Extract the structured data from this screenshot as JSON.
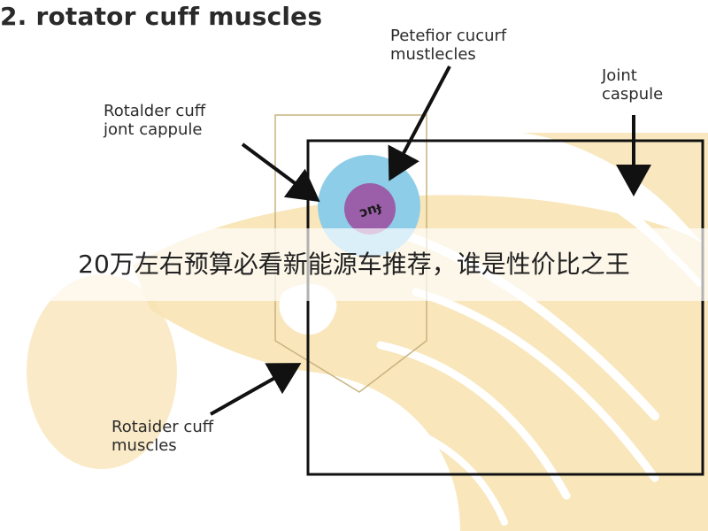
{
  "diagram": {
    "title": "2. rotator cuff muscles",
    "labels": {
      "posterior": "Petefior cucurf\nmustlecles",
      "capsule_left": "Rotalder cuff\njont cappule",
      "capsule_right": "Joint\ncaspule",
      "muscles_bottom": "Rotaider cuff\nmuscles"
    },
    "circle_text": "ɔnɟ"
  },
  "banner": {
    "text": "20万左右预算必看新能源车推荐，谁是性价比之王"
  },
  "colors": {
    "background": "#ffffff",
    "bone_shading": "#f8e3b4",
    "outer_circle": "#8ecde8",
    "inner_circle": "#9a5fa8",
    "lines": "#111111",
    "pentagon_outline": "#c8b37e"
  }
}
